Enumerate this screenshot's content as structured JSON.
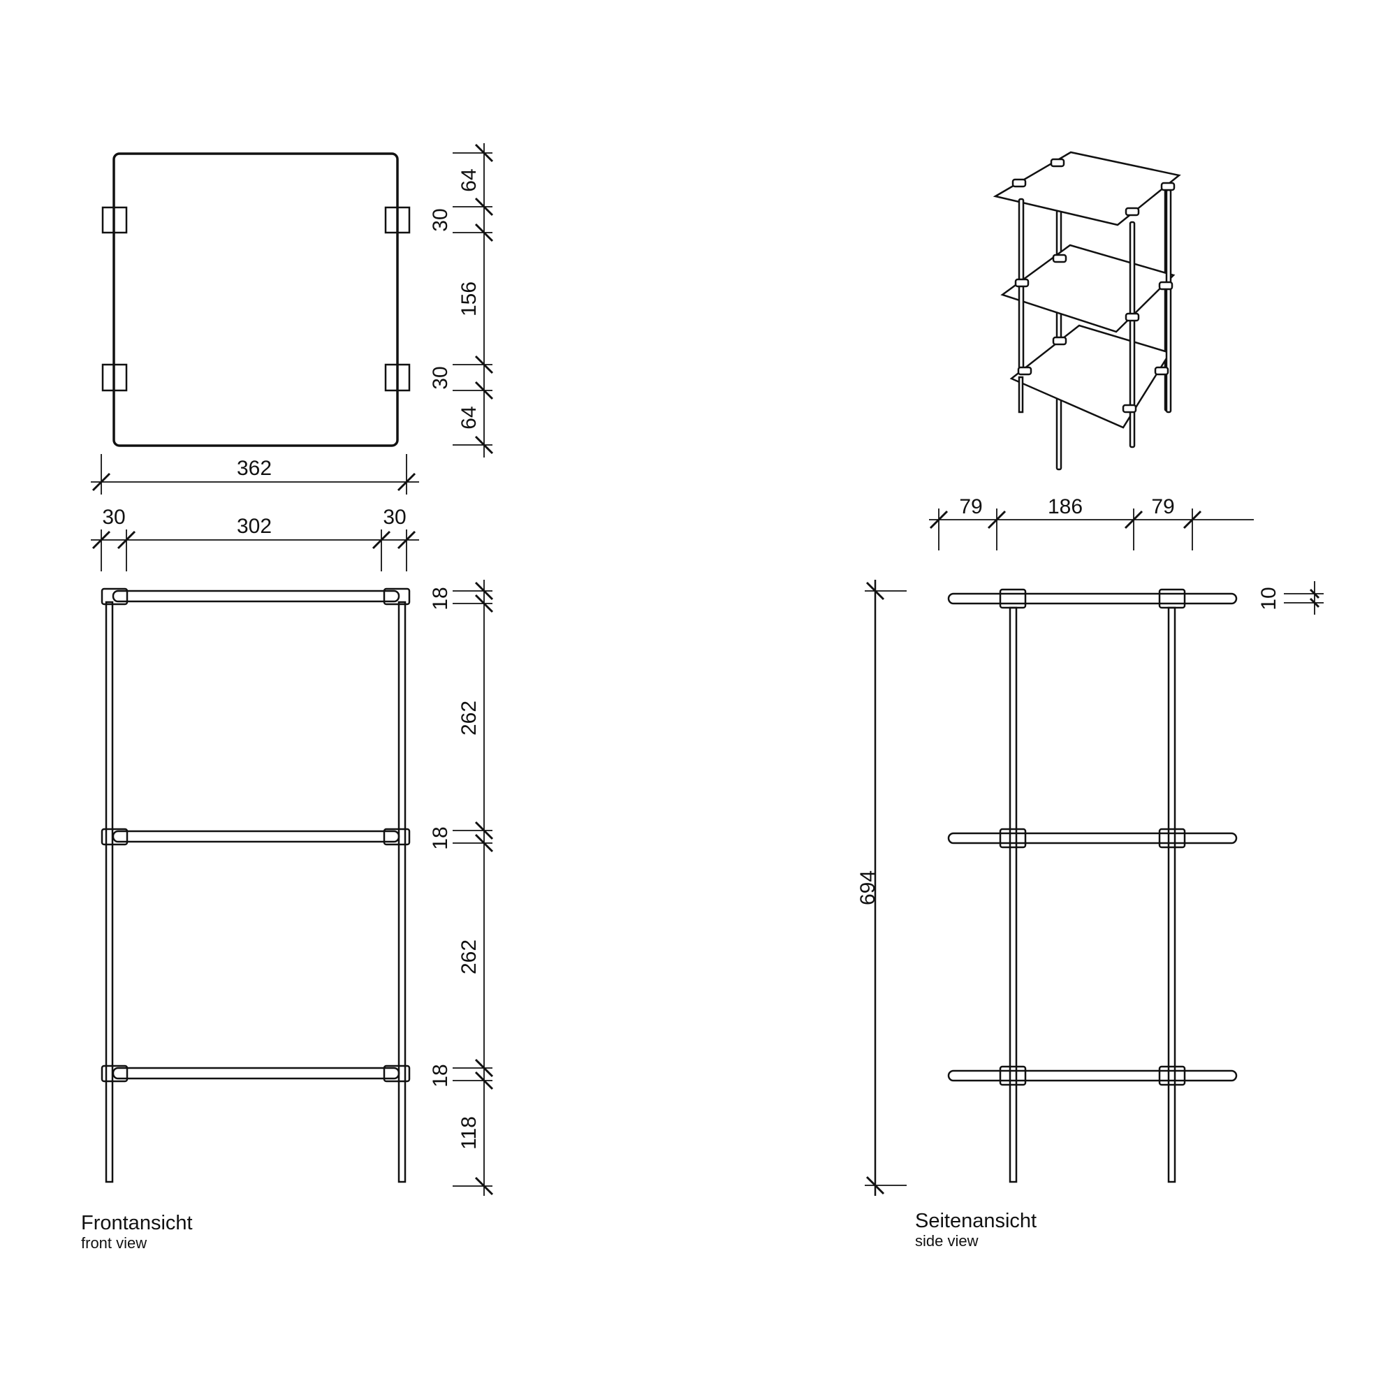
{
  "top_view": {
    "vertical_dims": [
      "64",
      "30",
      "156",
      "30",
      "64"
    ],
    "width_total": "362",
    "width_parts": [
      "30",
      "302",
      "30"
    ]
  },
  "front_view": {
    "vertical_dims": [
      "18",
      "262",
      "18",
      "262",
      "18",
      "118"
    ],
    "label": "Frontansicht",
    "sublabel": "front view"
  },
  "side_view": {
    "horizontal_dims": [
      "79",
      "186",
      "79"
    ],
    "height_total": "694",
    "shelf_thickness": "10",
    "label": "Seitenansicht",
    "sublabel": "side view"
  },
  "isometric_view": {
    "description": "3-tier shelf perspective"
  },
  "colors": {
    "line": "#111111",
    "background": "#ffffff"
  }
}
